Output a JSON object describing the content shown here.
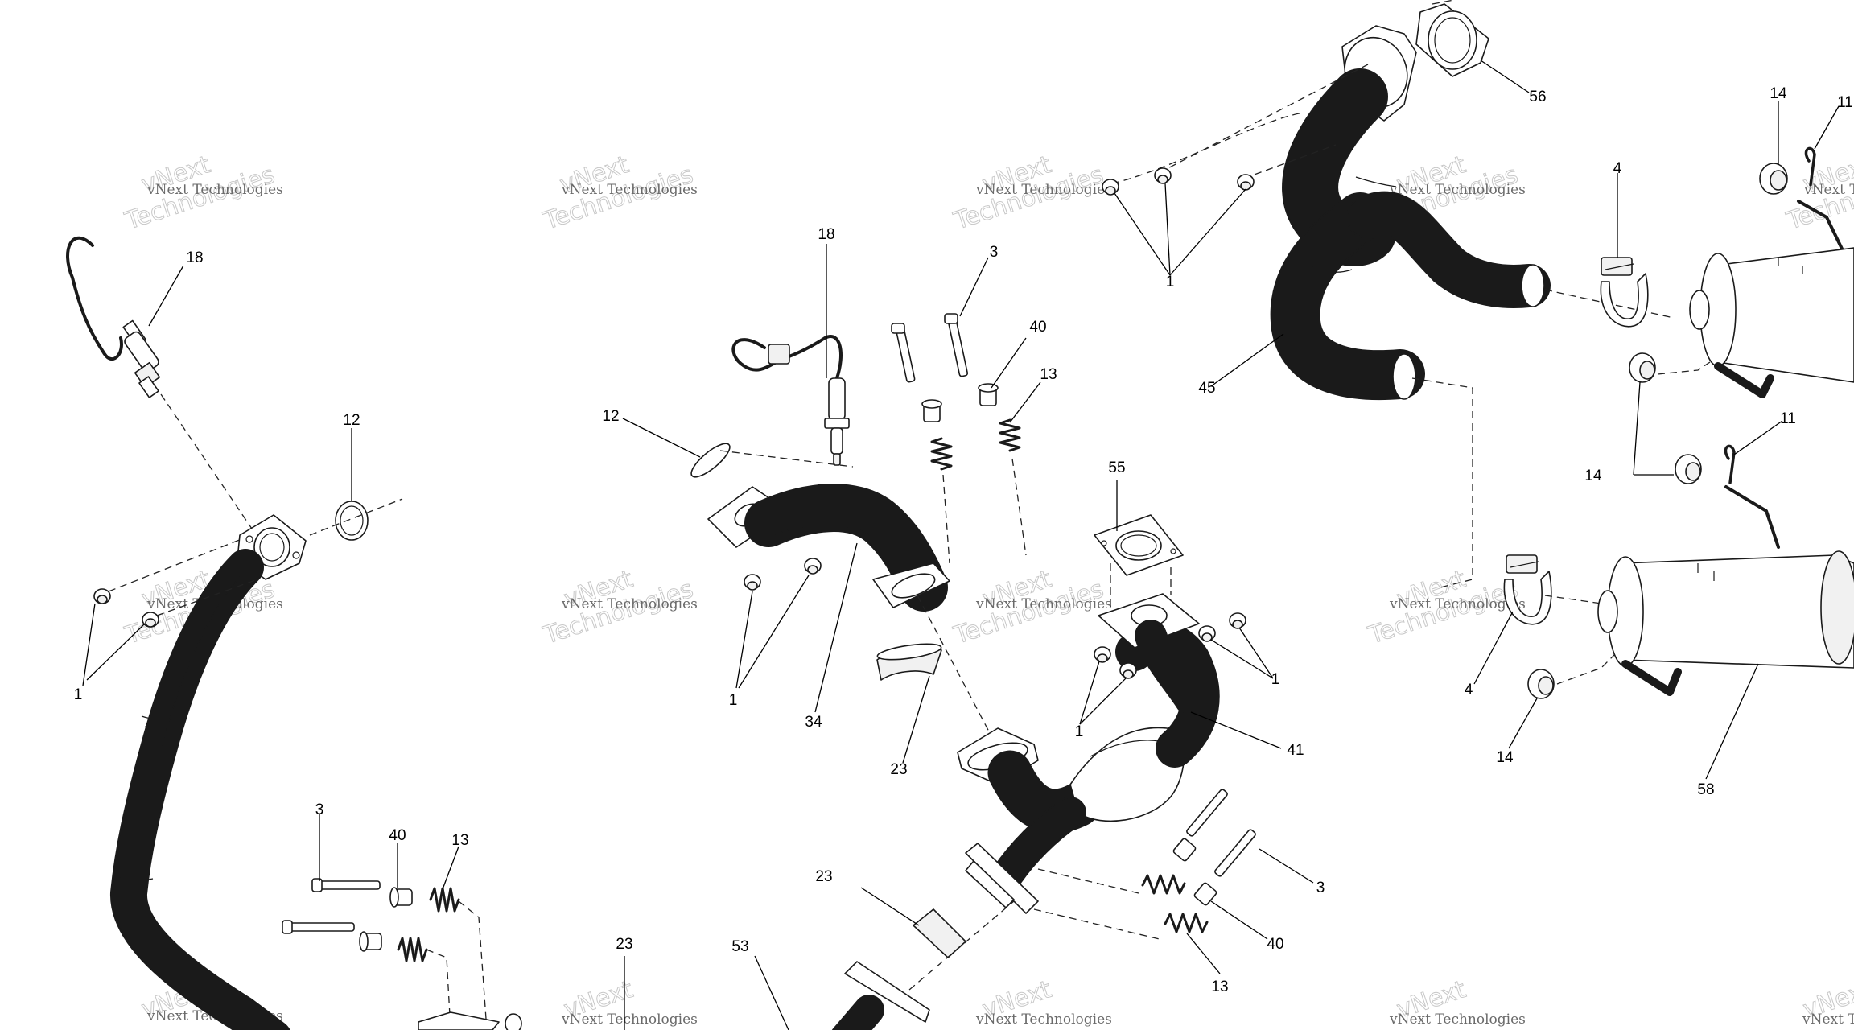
{
  "diagram": {
    "callouts": [
      {
        "id": "c-18a",
        "text": "18"
      },
      {
        "id": "c-12a",
        "text": "12"
      },
      {
        "id": "c-1a",
        "text": "1"
      },
      {
        "id": "c-3a",
        "text": "3"
      },
      {
        "id": "c-40a",
        "text": "40"
      },
      {
        "id": "c-13a",
        "text": "13"
      },
      {
        "id": "c-23a",
        "text": "23"
      },
      {
        "id": "c-18b",
        "text": "18"
      },
      {
        "id": "c-3b",
        "text": "3"
      },
      {
        "id": "c-40b",
        "text": "40"
      },
      {
        "id": "c-13b",
        "text": "13"
      },
      {
        "id": "c-12b",
        "text": "12"
      },
      {
        "id": "c-1b",
        "text": "1"
      },
      {
        "id": "c-34",
        "text": "34"
      },
      {
        "id": "c-23b",
        "text": "23"
      },
      {
        "id": "c-23c",
        "text": "23"
      },
      {
        "id": "c-53",
        "text": "53"
      },
      {
        "id": "c-55",
        "text": "55"
      },
      {
        "id": "c-1c",
        "text": "1"
      },
      {
        "id": "c-1d",
        "text": "1"
      },
      {
        "id": "c-41",
        "text": "41"
      },
      {
        "id": "c-3c",
        "text": "3"
      },
      {
        "id": "c-40c",
        "text": "40"
      },
      {
        "id": "c-13c",
        "text": "13"
      },
      {
        "id": "c-56",
        "text": "56"
      },
      {
        "id": "c-1e",
        "text": "1"
      },
      {
        "id": "c-45",
        "text": "45"
      },
      {
        "id": "c-4a",
        "text": "4"
      },
      {
        "id": "c-14a",
        "text": "14"
      },
      {
        "id": "c-11a",
        "text": "11"
      },
      {
        "id": "c-14b",
        "text": "14"
      },
      {
        "id": "c-11b",
        "text": "11"
      },
      {
        "id": "c-4b",
        "text": "4"
      },
      {
        "id": "c-14c",
        "text": "14"
      },
      {
        "id": "c-58",
        "text": "58"
      }
    ],
    "watermark": {
      "brand": "vNext Technologies",
      "line1": "vNext",
      "line2": "Technologies"
    }
  }
}
